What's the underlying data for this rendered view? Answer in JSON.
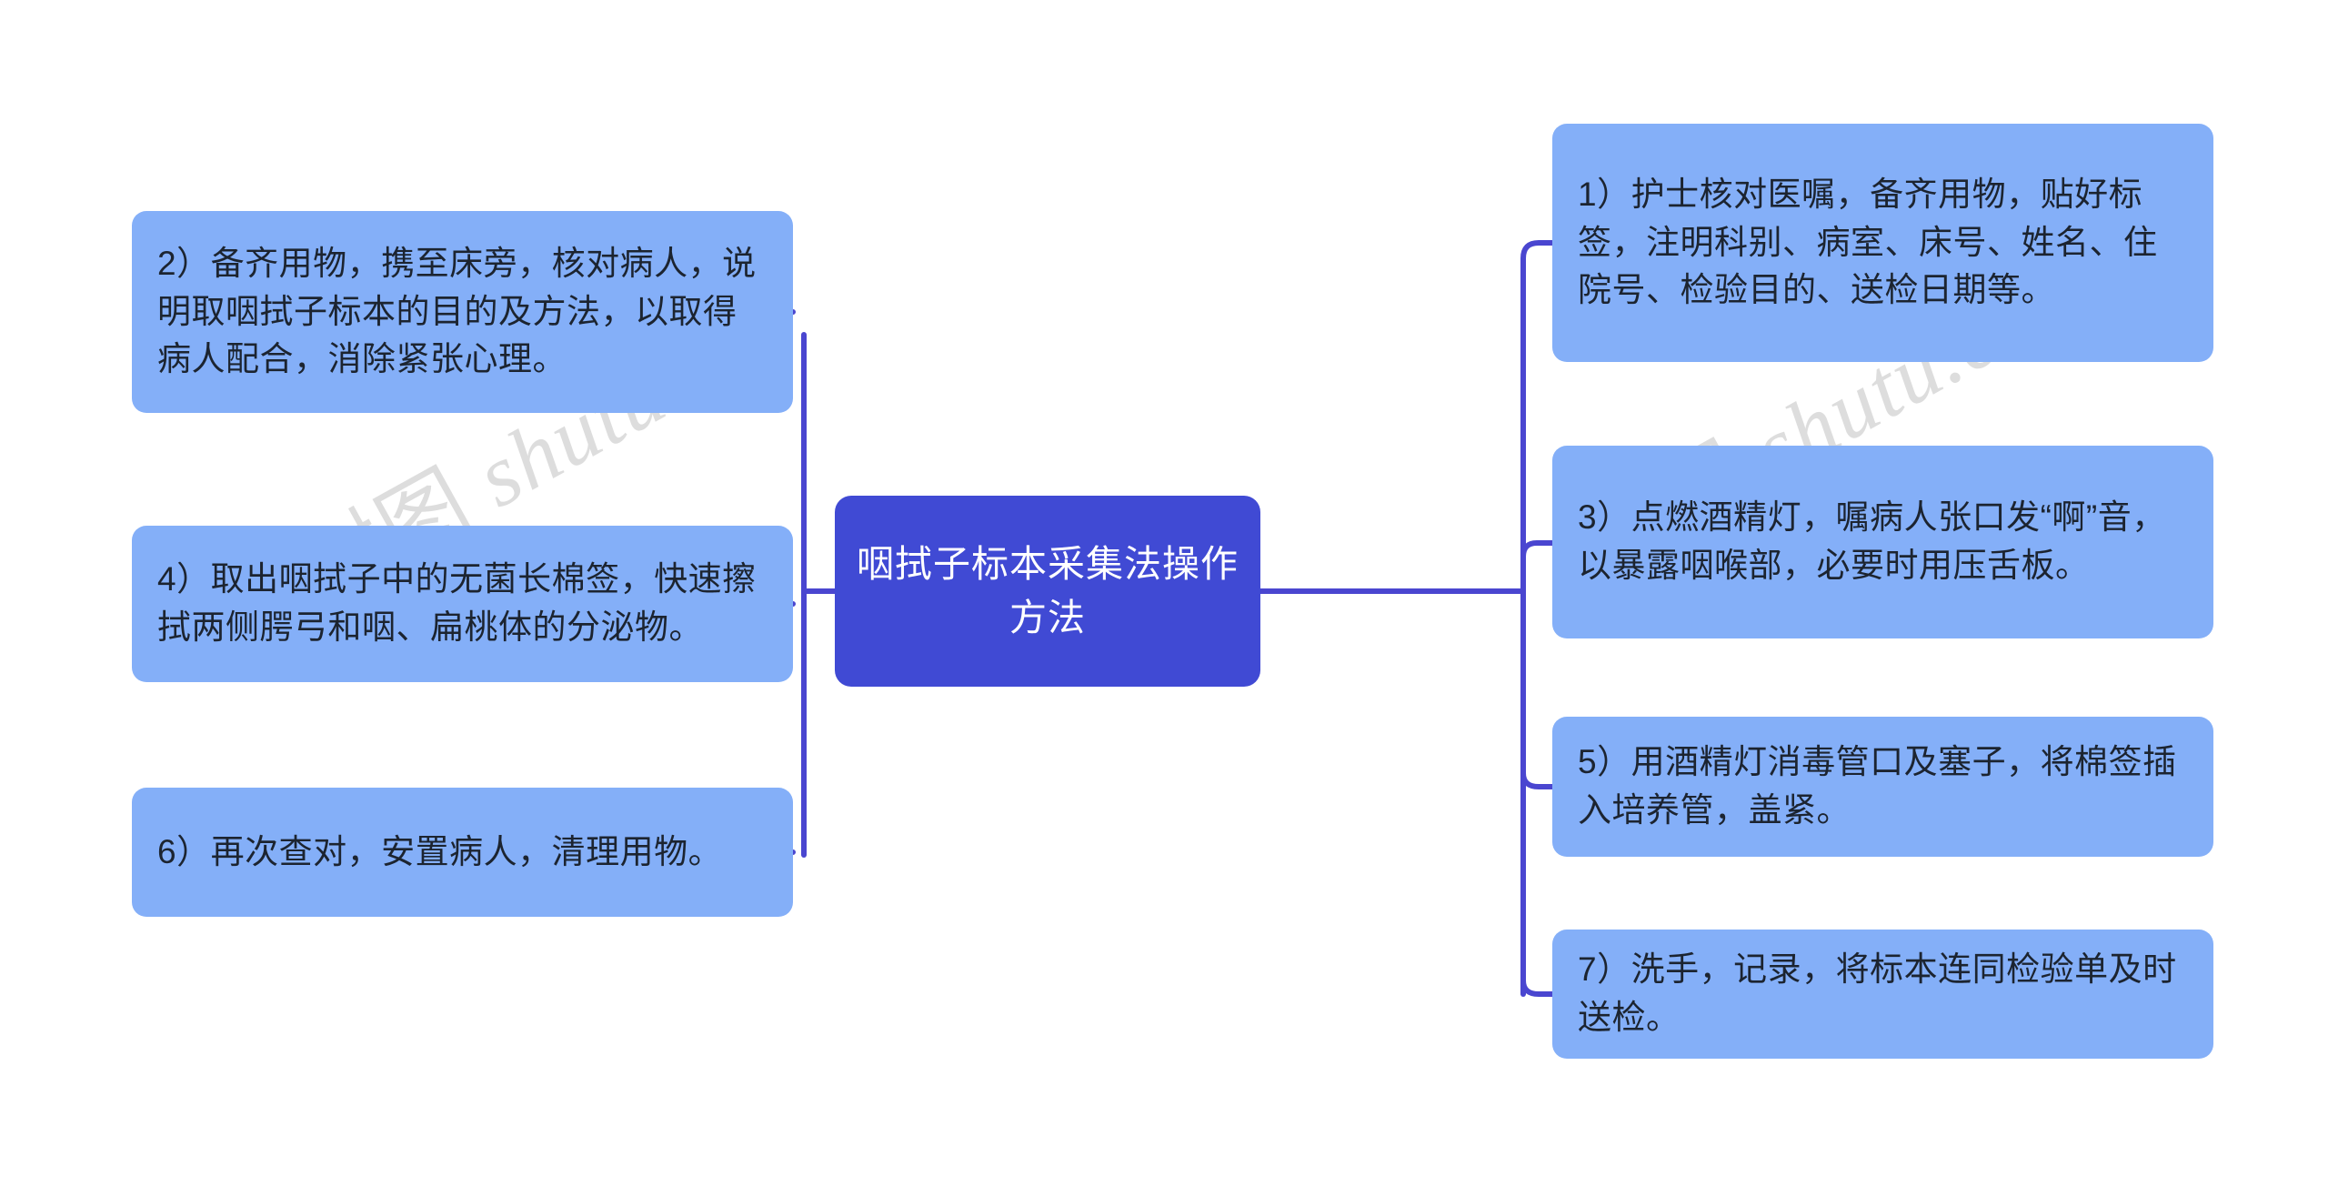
{
  "diagram": {
    "type": "mindmap",
    "root": {
      "id": "root",
      "label": "咽拭子标本采集法操作方法",
      "color": "#404AD4",
      "text_color": "#FFFFFF"
    },
    "branch_color": "#4A46D0",
    "leaf_color": "#84AFF8",
    "leaf_text_color": "#1C2430",
    "left_branch": [
      {
        "id": "left-0",
        "label": "2）备齐用物，携至床旁，核对病人，说明取咽拭子标本的目的及方法，以取得病人配合，消除紧张心理。"
      },
      {
        "id": "left-1",
        "label": "4）取出咽拭子中的无菌长棉签，快速擦拭两侧腭弓和咽、扁桃体的分泌物。"
      },
      {
        "id": "left-2",
        "label": "6）再次查对，安置病人，清理用物。"
      }
    ],
    "right_branch": [
      {
        "id": "right-0",
        "label": "1）护士核对医嘱，备齐用物，贴好标签，注明科别、病室、床号、姓名、住院号、检验目的、送检日期等。"
      },
      {
        "id": "right-1",
        "label": "3）点燃酒精灯，嘱病人张口发“啊”音，以暴露咽喉部，必要时用压舌板。"
      },
      {
        "id": "right-2",
        "label": "5）用酒精灯消毒管口及塞子，将棉签插入培养管，盖紧。"
      },
      {
        "id": "right-3",
        "label": "7）洗手，记录，将标本连同检验单及时送检。"
      }
    ]
  },
  "watermarks": [
    {
      "id": "wm-1",
      "cjk": "树图",
      "latin": "shutu.cn"
    },
    {
      "id": "wm-2",
      "cjk": "树图",
      "latin": "shutu.cn"
    }
  ]
}
